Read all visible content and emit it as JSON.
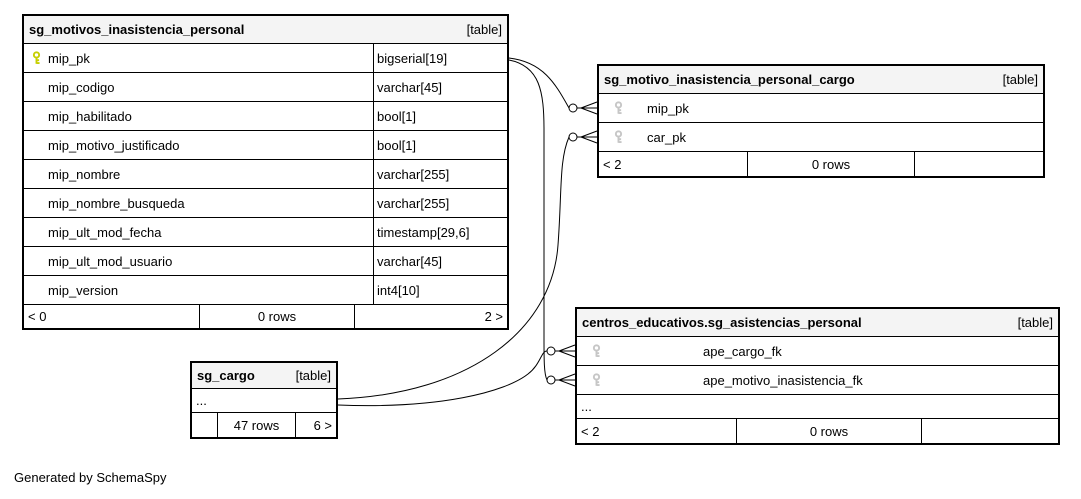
{
  "diagram": {
    "generated_by": "Generated by SchemaSpy",
    "colors": {
      "primary_key_icon": "#c6cf00",
      "foreign_key_icon": "#c6c6c6",
      "table_header_bg": "#f4f4f4",
      "border": "#000000"
    },
    "tables": [
      {
        "title": "sg_motivos_inasistencia_personal",
        "tag": "[table]",
        "columns": [
          {
            "name": "mip_pk",
            "type": "bigserial[19]",
            "key": "primary-key"
          },
          {
            "name": "mip_codigo",
            "type": "varchar[45]"
          },
          {
            "name": "mip_habilitado",
            "type": "bool[1]"
          },
          {
            "name": "mip_motivo_justificado",
            "type": "bool[1]"
          },
          {
            "name": "mip_nombre",
            "type": "varchar[255]"
          },
          {
            "name": "mip_nombre_busqueda",
            "type": "varchar[255]"
          },
          {
            "name": "mip_ult_mod_fecha",
            "type": "timestamp[29,6]"
          },
          {
            "name": "mip_ult_mod_usuario",
            "type": "varchar[45]"
          },
          {
            "name": "mip_version",
            "type": "int4[10]"
          }
        ],
        "footer": {
          "left": "< 0",
          "center": "0 rows",
          "right": "2 >"
        }
      },
      {
        "title": "sg_motivo_inasistencia_personal_cargo",
        "tag": "[table]",
        "columns": [
          {
            "name": "mip_pk",
            "key": "foreign-key"
          },
          {
            "name": "car_pk",
            "key": "foreign-key"
          }
        ],
        "footer": {
          "left": "< 2",
          "center": "0 rows",
          "right": ""
        }
      },
      {
        "title": "centros_educativos.sg_asistencias_personal",
        "tag": "[table]",
        "columns": [
          {
            "name": "ape_cargo_fk",
            "key": "foreign-key"
          },
          {
            "name": "ape_motivo_inasistencia_fk",
            "key": "foreign-key"
          }
        ],
        "ellipsis": "...",
        "footer": {
          "left": "< 2",
          "center": "0 rows",
          "right": ""
        }
      },
      {
        "title": "sg_cargo",
        "tag": "[table]",
        "ellipsis": "...",
        "footer": {
          "left": "",
          "center": "47 rows",
          "right": "6 >"
        }
      }
    ],
    "edges": [
      {
        "from": "sg_motivos_inasistencia_personal.mip_pk",
        "to": "sg_motivo_inasistencia_personal_cargo.mip_pk",
        "cardinality": "zero-or-many"
      },
      {
        "from": "sg_motivos_inasistencia_personal.mip_pk",
        "to": "centros_educativos.sg_asistencias_personal.ape_motivo_inasistencia_fk",
        "cardinality": "zero-or-many"
      },
      {
        "from": "sg_cargo",
        "to": "sg_motivo_inasistencia_personal_cargo.car_pk",
        "cardinality": "zero-or-many"
      },
      {
        "from": "sg_cargo",
        "to": "centros_educativos.sg_asistencias_personal.ape_cargo_fk",
        "cardinality": "zero-or-many"
      }
    ]
  }
}
